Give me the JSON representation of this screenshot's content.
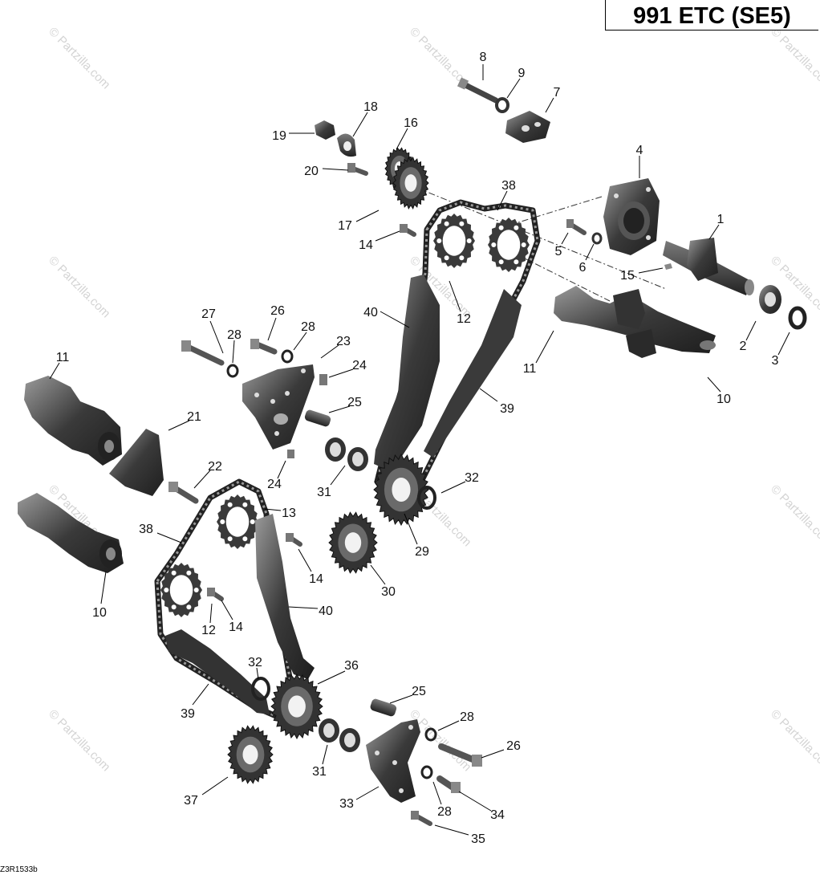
{
  "title": "991 ETC (SE5)",
  "drawing_number": "Z3R1533b",
  "watermark_text": "© Partzilla.com",
  "colors": {
    "part_dark": "#2b2b2b",
    "part_mid": "#555555",
    "part_light": "#8a8a8a",
    "leader": "#000000",
    "watermark": "#d4d4d4"
  },
  "callouts": [
    "1",
    "2",
    "3",
    "4",
    "5",
    "6",
    "7",
    "8",
    "9",
    "10",
    "10",
    "11",
    "11",
    "12",
    "12",
    "13",
    "14",
    "14",
    "14",
    "15",
    "16",
    "17",
    "18",
    "19",
    "20",
    "21",
    "22",
    "23",
    "24",
    "24",
    "25",
    "25",
    "26",
    "26",
    "27",
    "28",
    "28",
    "28",
    "28",
    "29",
    "30",
    "31",
    "31",
    "32",
    "32",
    "33",
    "34",
    "35",
    "36",
    "37",
    "38",
    "38",
    "39",
    "39",
    "40",
    "40"
  ]
}
